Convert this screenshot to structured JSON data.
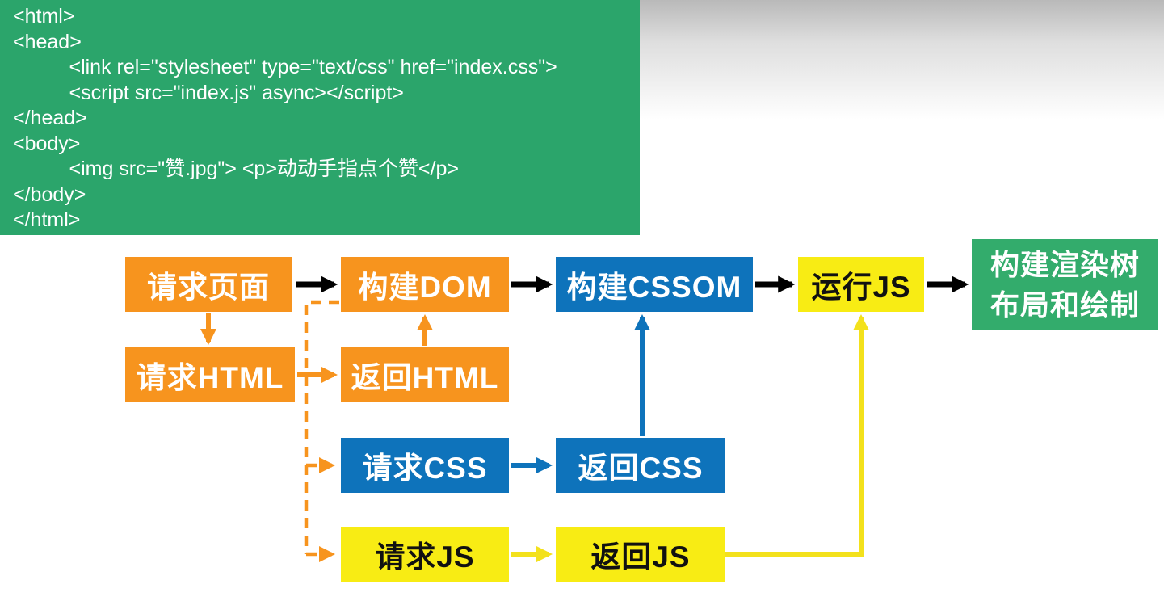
{
  "colors": {
    "code_block_bg": "#2BA56B",
    "orange": "#F7941E",
    "blue": "#0E73BB",
    "yellow": "#F8EC14",
    "green": "#33AC6C",
    "arrow_black": "#000000",
    "code_text": "#FFFFFF"
  },
  "code_block": {
    "lines": [
      "<html>",
      "<head>",
      "\t<link rel=\"stylesheet\" type=\"text/css\" href=\"index.css\">",
      "\t<script src=\"index.js\" async></script>",
      "</head>",
      "<body>",
      "\t<img src=\"赞.jpg\"> <p>动动手指点个赞</p>",
      "</body>",
      "</html>"
    ]
  },
  "flowchart": {
    "nodes": {
      "request_page": {
        "label": "请求页面"
      },
      "build_dom": {
        "label": "构建DOM"
      },
      "build_cssom": {
        "label": "构建CSSOM"
      },
      "run_js": {
        "label": "运行JS"
      },
      "render_tree": {
        "label_line1": "构建渲染树",
        "label_line2": "布局和绘制"
      },
      "request_html": {
        "label": "请求HTML"
      },
      "return_html": {
        "label": "返回HTML"
      },
      "request_css": {
        "label": "请求CSS"
      },
      "return_css": {
        "label": "返回CSS"
      },
      "request_js": {
        "label": "请求JS"
      },
      "return_js": {
        "label": "返回JS"
      }
    }
  }
}
